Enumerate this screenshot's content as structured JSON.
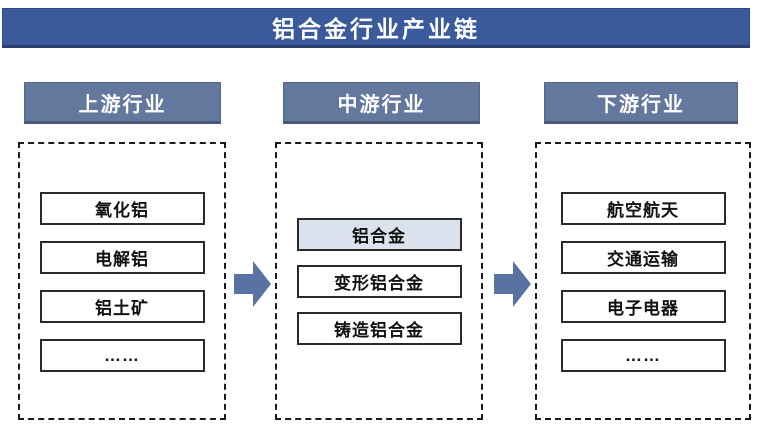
{
  "title": "铝合金行业产业链",
  "colors": {
    "banner_bg": "#3a5a9b",
    "header_bg": "#64789e",
    "arrow": "#5873a3",
    "highlight_box_bg": "#dbe2ee",
    "box_border": "#2a2a2a"
  },
  "columns": [
    {
      "header": "上游行业",
      "items": [
        {
          "label": "氧化铝"
        },
        {
          "label": "电解铝"
        },
        {
          "label": "铝土矿"
        },
        {
          "label": "……"
        }
      ]
    },
    {
      "header": "中游行业",
      "items": [
        {
          "label": "铝合金",
          "highlighted": true
        },
        {
          "label": "变形铝合金"
        },
        {
          "label": "铸造铝合金"
        }
      ]
    },
    {
      "header": "下游行业",
      "items": [
        {
          "label": "航空航天"
        },
        {
          "label": "交通运输"
        },
        {
          "label": "电子电器"
        },
        {
          "label": "……"
        }
      ]
    }
  ]
}
